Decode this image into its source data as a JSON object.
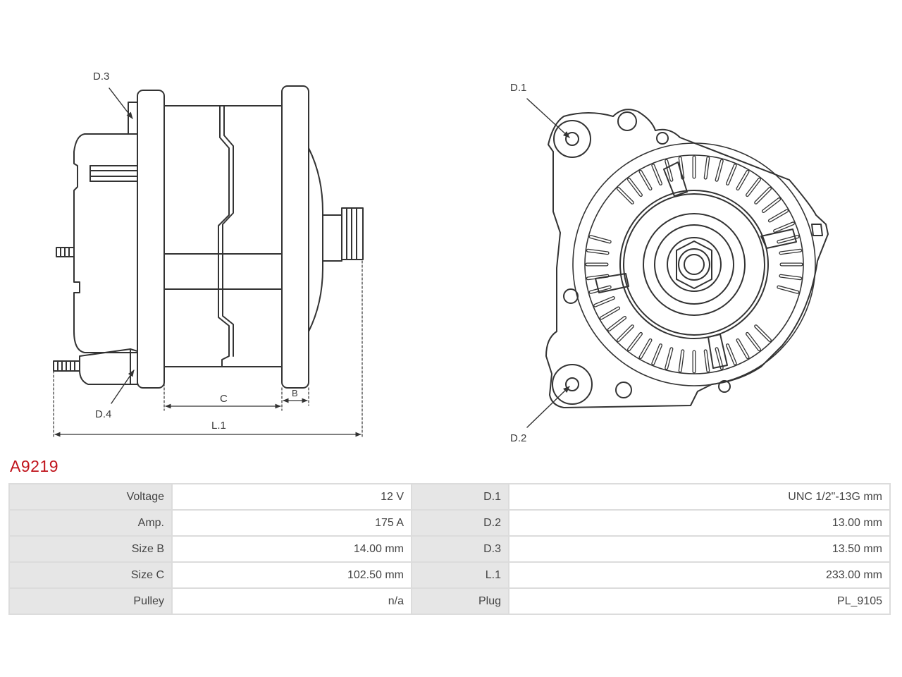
{
  "diagram": {
    "side_labels": {
      "d3": "D.3",
      "d4": "D.4",
      "c": "C",
      "b": "B",
      "l1": "L.1"
    },
    "front_labels": {
      "d1": "D.1",
      "d2": "D.2"
    }
  },
  "part_number": "A9219",
  "specs": [
    {
      "left_key": "Voltage",
      "left_value": "12 V",
      "right_key": "D.1",
      "right_value": "UNC 1/2\"-13G mm"
    },
    {
      "left_key": "Amp.",
      "left_value": "175 A",
      "right_key": "D.2",
      "right_value": "13.00 mm"
    },
    {
      "left_key": "Size B",
      "left_value": "14.00 mm",
      "right_key": "D.3",
      "right_value": "13.50 mm"
    },
    {
      "left_key": "Size C",
      "left_value": "102.50 mm",
      "right_key": "L.1",
      "right_value": "233.00 mm"
    },
    {
      "left_key": "Pulley",
      "left_value": "n/a",
      "right_key": "Plug",
      "right_value": "PL_9105"
    }
  ],
  "colors": {
    "part_number": "#c0141c",
    "line": "#333333",
    "key_cell": "#e6e6e6",
    "border": "#dcdcdc"
  }
}
